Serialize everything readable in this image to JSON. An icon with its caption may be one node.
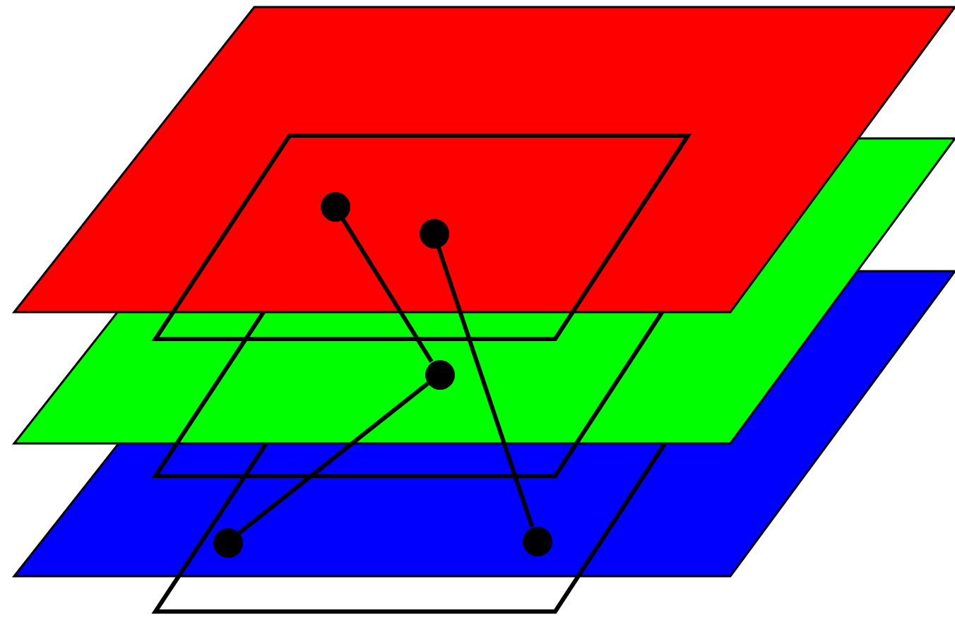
{
  "diagram": {
    "nodes": [
      {
        "text": [],
        "shape": "circle"
      },
      {
        "text": [],
        "shape": "circle"
      },
      {
        "text": [],
        "shape": "circle"
      },
      {
        "text": [],
        "shape": "circle"
      },
      {
        "text": [],
        "shape": "circle"
      }
    ],
    "edges": [
      {
        "from": 0,
        "to": 2,
        "arrow": "none"
      },
      {
        "from": 1,
        "to": 4,
        "arrow": "none"
      },
      {
        "from": 2,
        "to": 3,
        "arrow": "none"
      }
    ]
  }
}
